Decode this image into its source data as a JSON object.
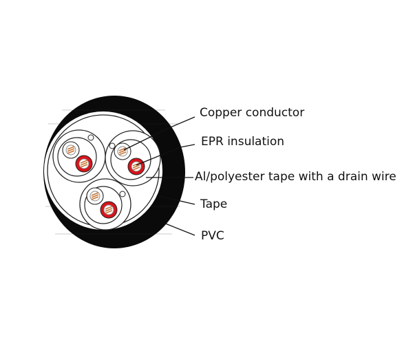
{
  "labels": {
    "copper": "Copper conductor",
    "epr": "EPR insulation",
    "tape_drain": "Al/polyester tape with a drain wire",
    "tape": "Tape",
    "pvc": "PVC"
  },
  "colors": {
    "sheath": "#0a0a0a",
    "insulation_red": "#d9141b",
    "copper": "#c8783a"
  }
}
